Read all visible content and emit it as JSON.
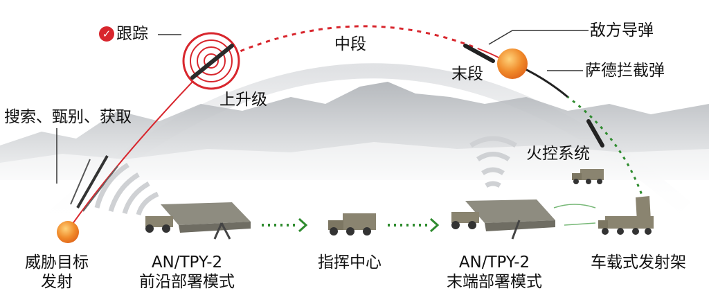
{
  "labels": {
    "tracking": "跟踪",
    "midcourse": "中段",
    "enemy_missile": "敌方导弹",
    "terminal": "末段",
    "thaad_interceptor": "萨德拦截弹",
    "ascent": "上升级",
    "search_identify_acquire": "搜索、甄别、获取",
    "fire_control": "火控系统",
    "threat_launch_line1": "威胁目标",
    "threat_launch_line2": "发射",
    "radar_forward_line1": "AN/TPY-2",
    "radar_forward_line2": "前沿部署模式",
    "command_center": "指挥中心",
    "radar_terminal_line1": "AN/TPY-2",
    "radar_terminal_line2": "末端部署模式",
    "launcher": "车载式发射架"
  },
  "icons": {
    "tracking_check": "check-circle-icon",
    "threat_origin": "orange-burst-icon",
    "intercept_point": "orange-burst-icon",
    "tracking_target": "target-rings-icon"
  },
  "colors": {
    "trajectory_red": "#d8262d",
    "interceptor_green": "#2e8b2e",
    "burst_orange": "#f08a2a",
    "mountain_grey": "#b9bcc0"
  }
}
